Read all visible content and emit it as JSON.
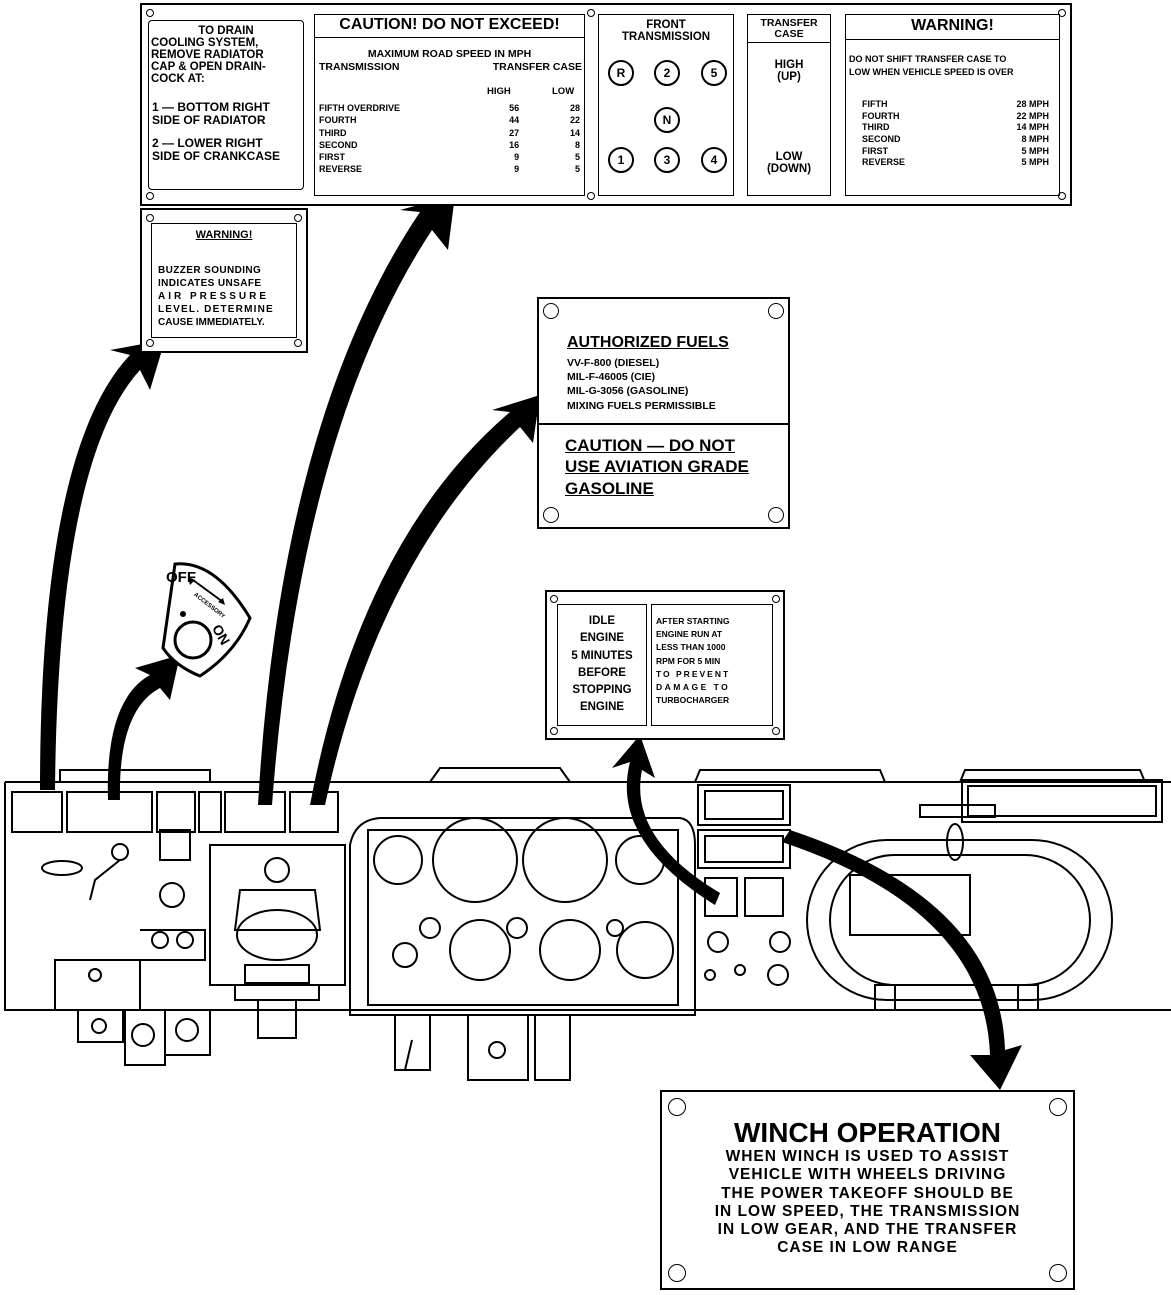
{
  "top_plate": {
    "drain": {
      "lines": [
        "TO DRAIN",
        "COOLING SYSTEM,",
        "REMOVE RADIATOR",
        "CAP & OPEN DRAIN-",
        "COCK AT:"
      ],
      "step1": [
        "1 — BOTTOM RIGHT",
        "SIDE OF RADIATOR"
      ],
      "step2": [
        "2 — LOWER RIGHT",
        "SIDE OF CRANKCASE"
      ]
    },
    "caution": {
      "title": "CAUTION! DO NOT EXCEED!",
      "subtitle": "MAXIMUM ROAD SPEED IN MPH",
      "col_transmission": "TRANSMISSION",
      "col_transfer": "TRANSFER CASE",
      "col_high": "HIGH",
      "col_low": "LOW",
      "rows": [
        {
          "gear": "FIFTH OVERDRIVE",
          "high": "56",
          "low": "28"
        },
        {
          "gear": "FOURTH",
          "high": "44",
          "low": "22"
        },
        {
          "gear": "THIRD",
          "high": "27",
          "low": "14"
        },
        {
          "gear": "SECOND",
          "high": "16",
          "low": "8"
        },
        {
          "gear": "FIRST",
          "high": "9",
          "low": "5"
        },
        {
          "gear": "REVERSE",
          "high": "9",
          "low": "5"
        }
      ]
    },
    "front_transmission": {
      "title_1": "FRONT",
      "title_2": "TRANSMISSION",
      "gears": [
        "R",
        "2",
        "5",
        "N",
        "1",
        "3",
        "4"
      ]
    },
    "transfer_case": {
      "title_1": "TRANSFER",
      "title_2": "CASE",
      "high_1": "HIGH",
      "high_2": "(UP)",
      "low_1": "LOW",
      "low_2": "(DOWN)"
    },
    "warning": {
      "title": "WARNING!",
      "line1": "DO NOT SHIFT TRANSFER CASE TO",
      "line2": "LOW WHEN VEHICLE SPEED IS OVER",
      "rows": [
        {
          "gear": "FIFTH",
          "speed": "28 MPH"
        },
        {
          "gear": "FOURTH",
          "speed": "22 MPH"
        },
        {
          "gear": "THIRD",
          "speed": "14 MPH"
        },
        {
          "gear": "SECOND",
          "speed": "8 MPH"
        },
        {
          "gear": "FIRST",
          "speed": "5 MPH"
        },
        {
          "gear": "REVERSE",
          "speed": "5 MPH"
        }
      ]
    }
  },
  "buzzer_plate": {
    "title": "WARNING!",
    "lines": [
      "BUZZER SOUNDING",
      "INDICATES UNSAFE",
      "AIR PRESSURE",
      "LEVEL. DETERMINE",
      "CAUSE IMMEDIATELY."
    ]
  },
  "fuel_plate": {
    "title": "AUTHORIZED FUELS",
    "lines": [
      "VV-F-800 (DIESEL)",
      "MIL-F-46005 (CIE)",
      "MIL-G-3056 (GASOLINE)",
      "MIXING FUELS PERMISSIBLE"
    ],
    "caution_lines": [
      "CAUTION — DO NOT",
      "USE AVIATION GRADE",
      "GASOLINE"
    ]
  },
  "switch_plate": {
    "off": "OFF",
    "accessory": "ACCESSORY",
    "on": "ON"
  },
  "idle_plate": {
    "left_lines": [
      "IDLE",
      "ENGINE",
      "5 MINUTES",
      "BEFORE",
      "STOPPING",
      "ENGINE"
    ],
    "right_lines": [
      "AFTER STARTING",
      "ENGINE RUN AT",
      "LESS THAN 1000",
      "RPM FOR 5 MIN",
      "TO PREVENT",
      "DAMAGE TO",
      "TURBOCHARGER"
    ]
  },
  "winch_plate": {
    "title": "WINCH OPERATION",
    "lines": [
      "WHEN WINCH IS USED TO ASSIST",
      "VEHICLE WITH WHEELS DRIVING",
      "THE POWER TAKEOFF SHOULD BE",
      "IN LOW SPEED, THE TRANSMISSION",
      "IN LOW GEAR, AND THE TRANSFER",
      "CASE IN LOW RANGE"
    ]
  }
}
